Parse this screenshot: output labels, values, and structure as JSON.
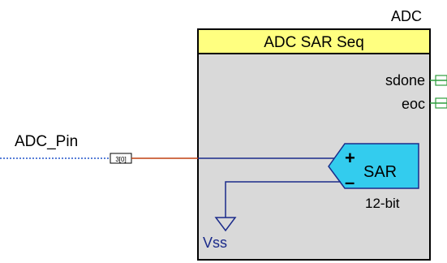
{
  "component": {
    "instance_name": "ADC",
    "title": "ADC SAR Seq"
  },
  "pin": {
    "name": "ADC_Pin",
    "index": "3[0]"
  },
  "outputs": [
    "sdone",
    "eoc"
  ],
  "sar": {
    "label": "SAR",
    "resolution": "12-bit",
    "plus": "+",
    "minus": "–"
  },
  "ground_label": "Vss",
  "colors": {
    "title_bar": "#ffff80",
    "body": "#d9d9d9",
    "sar_fill": "#33ccee",
    "wire_blue": "#1a2a8a",
    "wire_red": "#c04010",
    "terminal_green": "#2e9e3e"
  }
}
